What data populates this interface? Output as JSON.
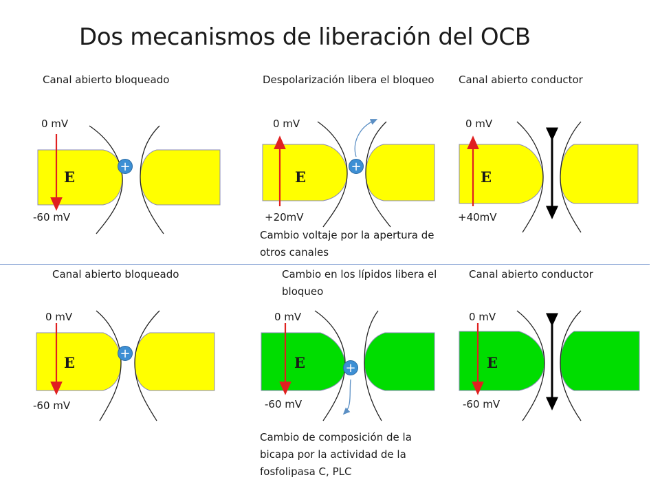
{
  "title": "Dos mecanismos de liberación del OCB",
  "colors": {
    "membrane_yellow": "#ffff00",
    "membrane_green": "#00dd00",
    "arrow_red": "#e02020",
    "ion_blue": "#3d8fd4",
    "divider": "#8aa6d6"
  },
  "top_row": {
    "panel1": {
      "label": "Canal abierto bloqueado",
      "v_top": "0 mV",
      "v_bottom": "-60 mV",
      "membrane_symbol": "E",
      "ion_symbol": "+"
    },
    "panel2": {
      "label": "Despolarización libera el bloqueo",
      "v_top": "0 mV",
      "v_bottom": "+20mV",
      "membrane_symbol": "E",
      "ion_symbol": "+",
      "note": "Cambio voltaje por la apertura de otros canales"
    },
    "panel3": {
      "label": "Canal abierto conductor",
      "v_top": "0 mV",
      "v_bottom": "+40mV",
      "membrane_symbol": "E"
    }
  },
  "bottom_row": {
    "panel1": {
      "label": "Canal abierto bloqueado",
      "v_top": "0 mV",
      "v_bottom": "-60 mV",
      "membrane_symbol": "E",
      "ion_symbol": "+"
    },
    "panel2": {
      "label": "Cambio en los lípidos libera el bloqueo",
      "v_top": "0 mV",
      "v_bottom": "-60 mV",
      "membrane_symbol": "E",
      "ion_symbol": "+",
      "note": "Cambio de composición de la bicapa por la actividad de la fosfolipasa C, PLC"
    },
    "panel3": {
      "label": "Canal abierto conductor",
      "v_top": "0 mV",
      "v_bottom": "-60 mV",
      "membrane_symbol": "E"
    }
  }
}
